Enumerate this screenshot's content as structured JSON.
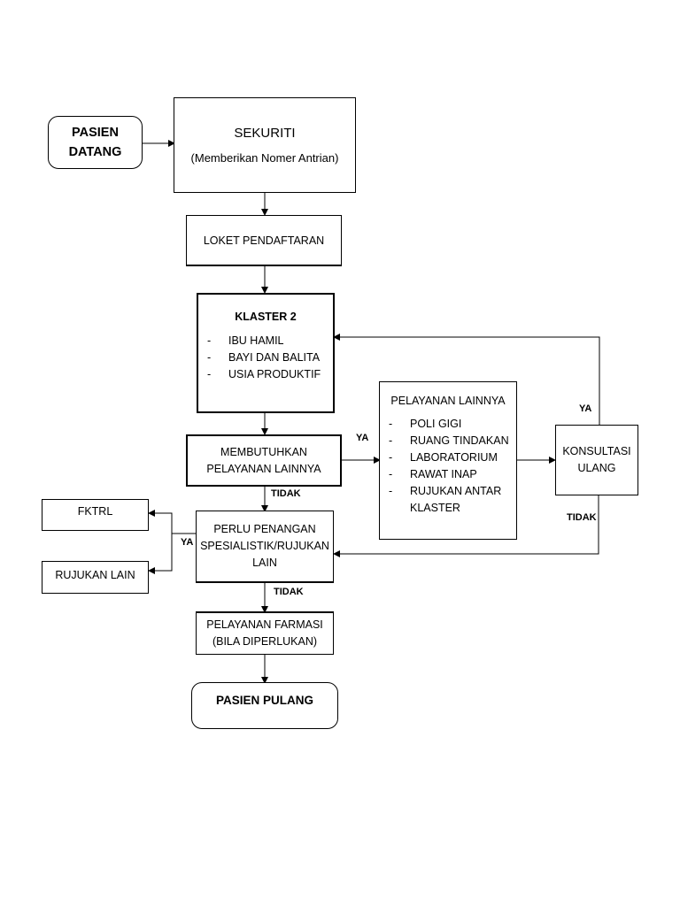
{
  "start": {
    "line1": "PASIEN",
    "line2": "DATANG"
  },
  "sekuriti": {
    "title": "SEKURITI",
    "subtitle": "(Memberikan Nomer Antrian)"
  },
  "loket": {
    "label": "LOKET PENDAFTARAN"
  },
  "klaster": {
    "title": "KLASTER 2",
    "items": [
      "IBU HAMIL",
      "BAYI DAN BALITA",
      "USIA PRODUKTIF"
    ]
  },
  "membutuhkan": {
    "line1": "MEMBUTUHKAN",
    "line2": "PELAYANAN LAINNYA"
  },
  "pelayanan_lainnya": {
    "title": "PELAYANAN LAINNYA",
    "items": [
      "POLI GIGI",
      "RUANG TINDAKAN",
      "LABORATORIUM",
      "RAWAT INAP",
      "RUJUKAN ANTAR\nKLASTER"
    ]
  },
  "konsultasi": {
    "line1": "KONSULTASI",
    "line2": "ULANG"
  },
  "perlu": {
    "line1": "PERLU PENANGAN",
    "line2": "SPESIALISTIK/RUJUKAN",
    "line3": "LAIN"
  },
  "fktrl": {
    "label": "FKTRL"
  },
  "rujukan_lain": {
    "label": "RUJUKAN LAIN"
  },
  "farmasi": {
    "line1": "PELAYANAN FARMASI",
    "line2": "(BILA DIPERLUKAN)"
  },
  "end": {
    "label": "PASIEN PULANG"
  },
  "edge_labels": {
    "ya_membutuhkan": "YA",
    "tidak_membutuhkan": "TIDAK",
    "ya_konsultasi": "YA",
    "tidak_konsultasi": "TIDAK",
    "ya_perlu": "YA",
    "tidak_perlu": "TIDAK"
  }
}
